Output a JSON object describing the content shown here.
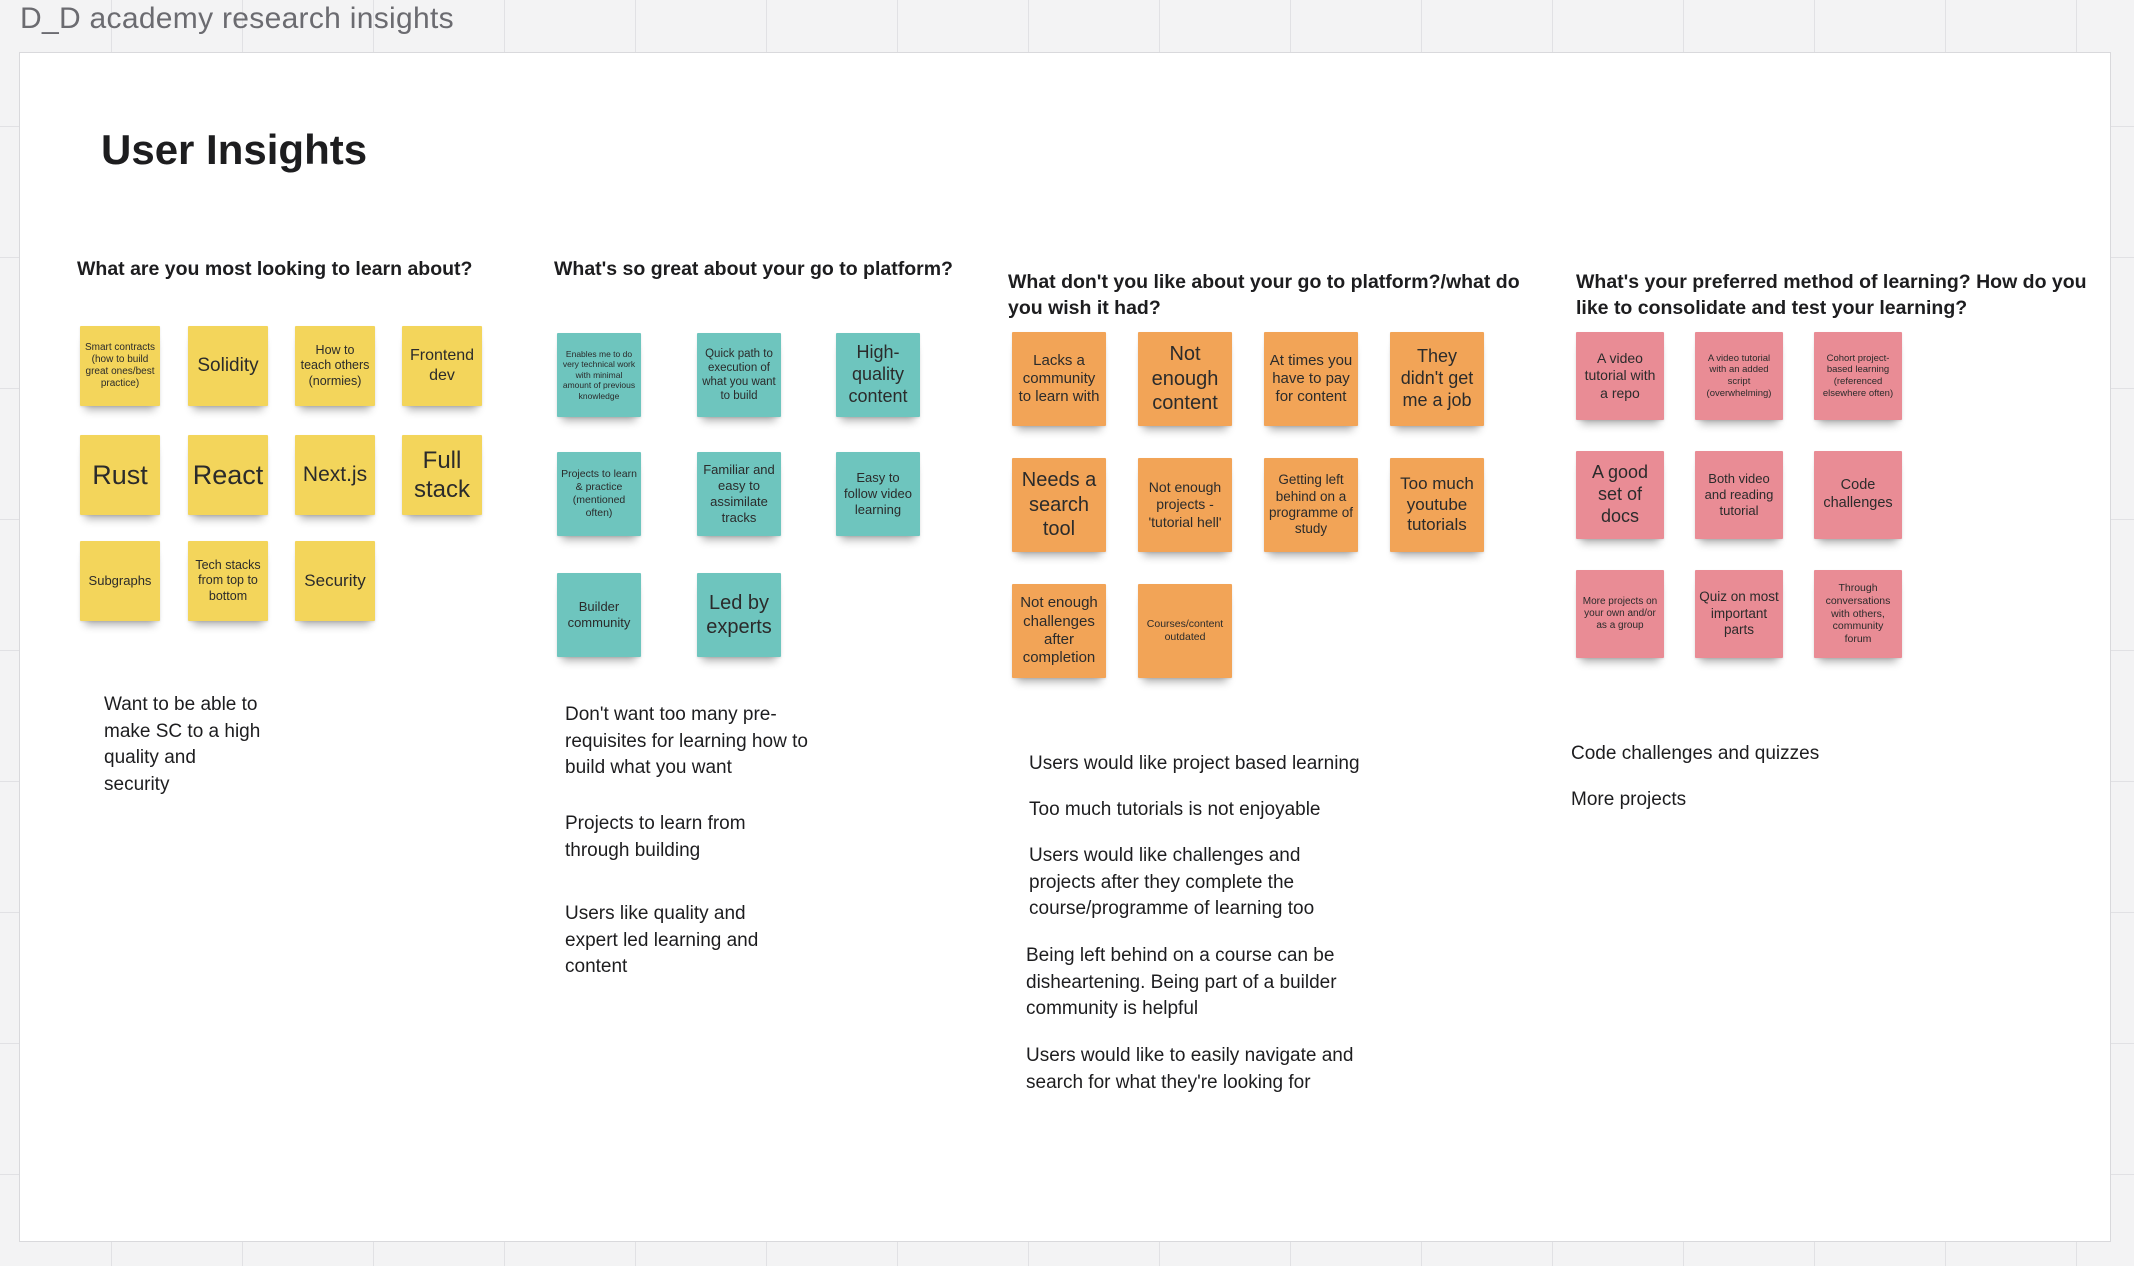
{
  "board": {
    "title": "D_D academy research insights"
  },
  "heading": "User Insights",
  "columns": [
    {
      "question": "What are you most looking to learn about?",
      "color": "#f3d55b",
      "stickies": [
        "Smart contracts (how to build great ones/best practice)",
        "Solidity",
        "How to teach others (normies)",
        "Frontend dev",
        "Rust",
        "React",
        "Next.js",
        "Full stack",
        "Subgraphs",
        "Tech stacks from top to bottom",
        "Security"
      ],
      "notes": [
        "Want to be able to make SC to a high quality and security"
      ]
    },
    {
      "question": "What's so great about your go to platform?",
      "color": "#6ec5be",
      "stickies": [
        "Enables me to do very technical work with minimal amount of previous knowledge",
        "Quick path to execution of what you want to build",
        "High-quality content",
        "Projects to learn & practice (mentioned often)",
        "Familiar and easy to assimilate tracks",
        "Easy to follow video learning",
        "Builder community",
        "Led by experts"
      ],
      "notes": [
        "Don't want too many pre-requisites for learning how to build what you want",
        "Projects to learn from through building",
        "Users like quality and expert led learning and content"
      ]
    },
    {
      "question": "What don't you like about your go to platform?/what do you wish it had?",
      "color": "#f2a457",
      "stickies": [
        "Lacks a community to learn with",
        "Not enough content",
        "At times you have to pay for content",
        "They didn't get me a job",
        "Needs a search tool",
        "Not enough projects - 'tutorial hell'",
        "Getting left behind on a programme of study",
        "Too much youtube tutorials",
        "Not enough challenges after completion",
        "Courses/content outdated"
      ],
      "notes": [
        "Users would like project based learning",
        "Too much tutorials is not enjoyable",
        "Users would like challenges and projects after they complete the course/programme of learning too",
        "Being left behind on a course can be disheartening. Being part of a builder community is helpful",
        "Users would like to easily navigate and search for what they're looking for"
      ]
    },
    {
      "question": "What's your preferred method of learning? How do you like to consolidate and test your learning?",
      "color": "#e98c95",
      "stickies": [
        "A video tutorial with a repo",
        "A video tutorial with an added script (overwhelming)",
        "Cohort project-based learning (referenced elsewhere often)",
        "A good set of docs",
        "Both video and reading tutorial",
        "Code challenges",
        "More projects on your own and/or as a group",
        "Quiz on most important parts",
        "Through conversations with others, community forum"
      ],
      "notes": [
        "Code challenges and quizzes",
        "More projects"
      ]
    }
  ]
}
